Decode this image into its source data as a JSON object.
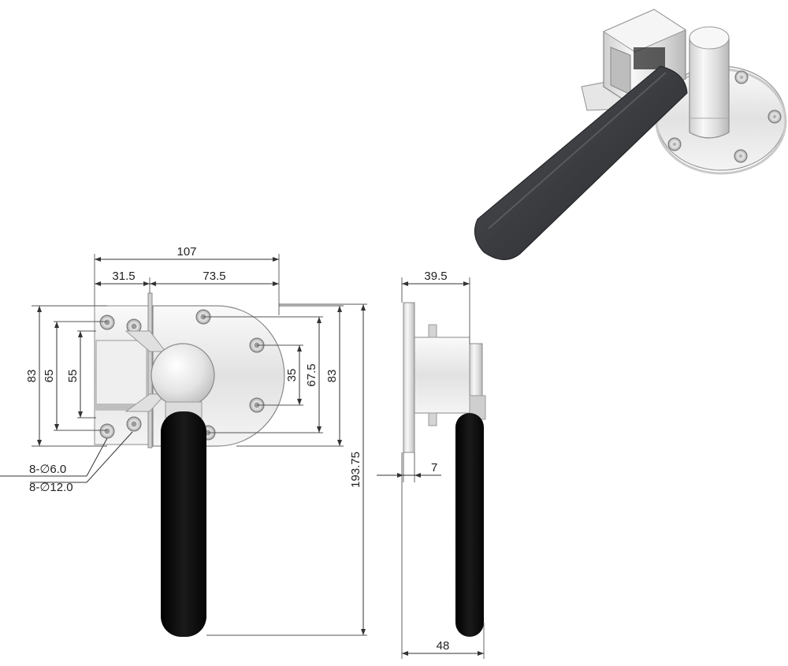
{
  "front_view": {
    "width_total": "107",
    "width_left": "31.5",
    "width_right": "73.5",
    "height_outer": "83",
    "height_hole_pitch": "65",
    "height_body": "55",
    "height_plate_holes_inner": "35",
    "height_plate_holes_outer": "67.5",
    "height_plate": "83",
    "total_length": "193.75",
    "hole_callout_1": "8-∅6.0",
    "hole_callout_2": "8-∅12.0"
  },
  "side_view": {
    "depth_top": "39.5",
    "plate_thickness": "7",
    "depth_bottom": "48"
  },
  "colors": {
    "chrome_light": "#f2f2f2",
    "chrome_mid": "#d6d6d6",
    "chrome_dark": "#9a9a9a",
    "handle_black": "#0d0d0d",
    "handle_grip": "#3c3f44"
  }
}
